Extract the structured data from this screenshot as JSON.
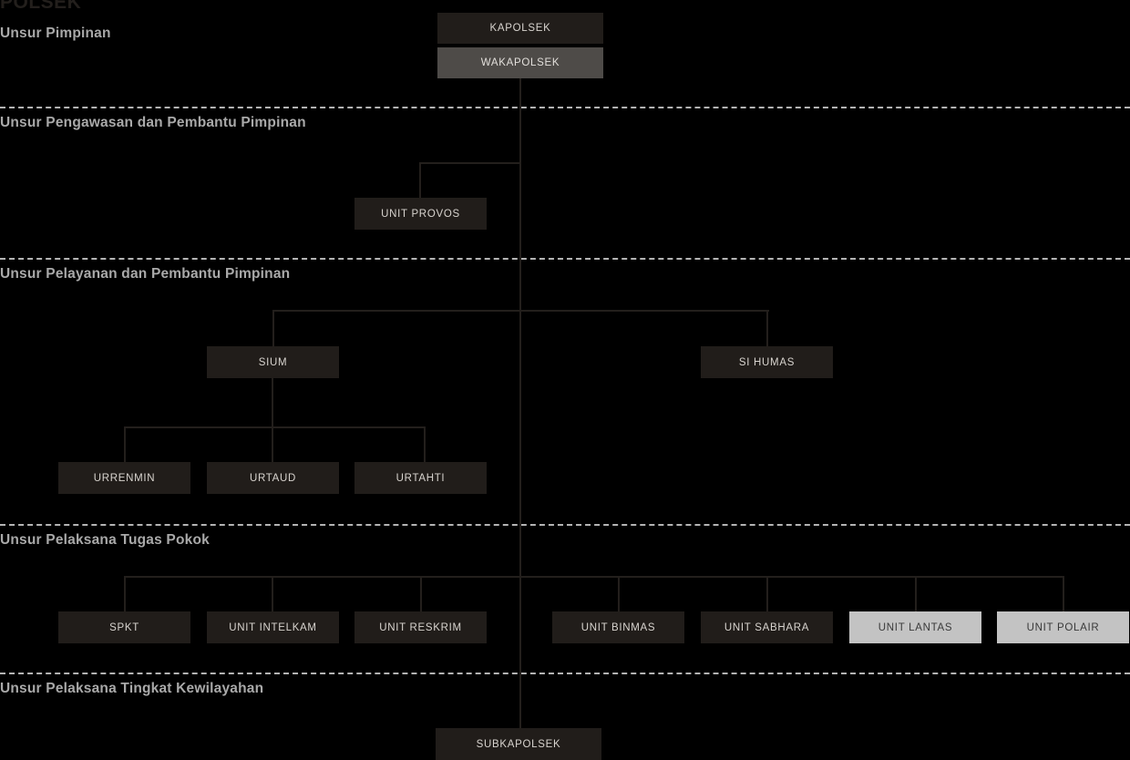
{
  "title": "POLSEK",
  "sections": [
    {
      "id": "pimpinan",
      "label": "Unsur Pimpinan"
    },
    {
      "id": "pengawasan",
      "label": "Unsur Pengawasan dan Pembantu Pimpinan"
    },
    {
      "id": "pelayanan",
      "label": "Unsur Pelayanan dan Pembantu Pimpinan"
    },
    {
      "id": "tugas-pokok",
      "label": "Unsur Pelaksana Tugas Pokok"
    },
    {
      "id": "kewilayahan",
      "label": "Unsur Pelaksana Tingkat Kewilayahan"
    }
  ],
  "nodes": {
    "kapolsek": {
      "label": "KAPOLSEK"
    },
    "wakapolsek": {
      "label": "WAKAPOLSEK"
    },
    "unit_provos": {
      "label": "UNIT PROVOS"
    },
    "sium": {
      "label": "SIUM"
    },
    "si_humas": {
      "label": "SI HUMAS"
    },
    "urrenmin": {
      "label": "URRENMIN"
    },
    "urtaud": {
      "label": "URTAUD"
    },
    "urtahti": {
      "label": "URTAHTI"
    },
    "spkt": {
      "label": "SPKT"
    },
    "unit_intelkam": {
      "label": "UNIT INTELKAM"
    },
    "unit_reskrim": {
      "label": "UNIT RESKRIM"
    },
    "unit_binmas": {
      "label": "UNIT BINMAS"
    },
    "unit_sabhara": {
      "label": "UNIT SABHARA"
    },
    "unit_lantas": {
      "label": "UNIT LANTAS"
    },
    "unit_polair": {
      "label": "UNIT POLAIR"
    },
    "subkapolsek": {
      "label": "SUBKAPOLSEK"
    }
  },
  "colors": {
    "background": "#000000",
    "box_dark": "#211d1a",
    "box_mid": "#4e4b48",
    "box_light": "#c3c3c3",
    "line": "#231f1c",
    "divider": "#b4b4b4",
    "section_text": "#a9a9a9",
    "title_text": "#231f1c"
  }
}
